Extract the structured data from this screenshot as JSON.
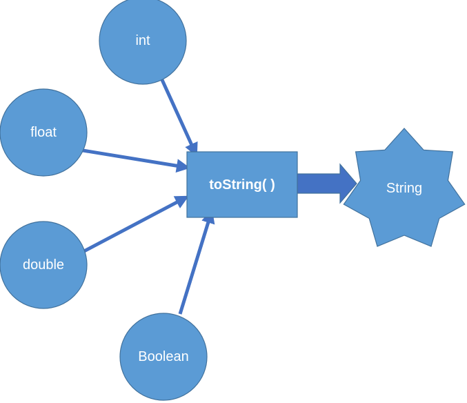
{
  "colors": {
    "fill": "#5b9bd5",
    "outline": "#41719c",
    "arrow": "#4472c4",
    "text": "#ffffff"
  },
  "nodes": {
    "int": {
      "label": "int",
      "shape": "circle"
    },
    "float": {
      "label": "float",
      "shape": "circle"
    },
    "double": {
      "label": "double",
      "shape": "circle"
    },
    "boolean": {
      "label": "Boolean",
      "shape": "circle"
    },
    "to_string": {
      "label": "toString( )",
      "shape": "rectangle"
    },
    "string": {
      "label": "String",
      "shape": "seven-point-star"
    }
  },
  "edges": [
    {
      "from": "int",
      "to": "to_string"
    },
    {
      "from": "float",
      "to": "to_string"
    },
    {
      "from": "double",
      "to": "to_string"
    },
    {
      "from": "boolean",
      "to": "to_string"
    },
    {
      "from": "to_string",
      "to": "string",
      "style": "block-arrow"
    }
  ]
}
